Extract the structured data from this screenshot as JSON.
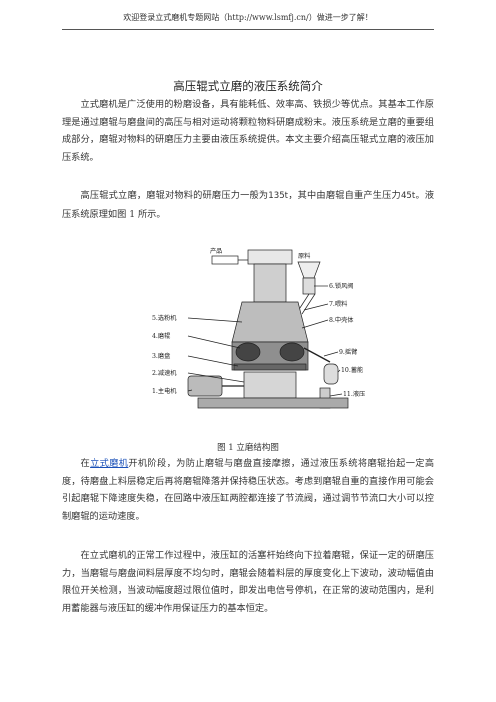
{
  "header": {
    "text": "欢迎登录立式磨机专题网站（http://www.lsmfj.cn/）做进一步了解！"
  },
  "title": "高压辊式立磨的液压系统简介",
  "paragraphs": {
    "p1": "立式磨机是广泛使用的粉磨设备，具有能耗低、效率高、铁损少等优点。其基本工作原理是通过磨辊与磨盘间的高压与相对运动将颗粒物料研磨成粉末。液压系统是立磨的重要组成部分，磨辊对物料的研磨压力主要由液压系统提供。本文主要介绍高压辊式立磨的液压加压系统。",
    "p2_a": "高压辊式立磨，磨辊对物料的研磨压力一般为",
    "p2_b": "135t",
    "p2_c": "，其中由磨辊自重产生压力",
    "p2_d": "45t",
    "p2_e": "。液压系统原理如图 1 所示。",
    "p3_link": "立式磨机",
    "p3_a": "在",
    "p3_b": "开机阶段，为防止磨辊与磨盘直接摩擦，通过液压系统将磨辊抬起一定高度，待磨盘上料层稳定后再将磨辊降落并保持稳压状态。考虑到磨辊自重的直接作用可能会引起磨辊下降速度失稳，在回路中液压缸两腔都连接了节流阀，通过调节节流口大小可以控制磨辊的运动速度。",
    "p4": "在立式磨机的正常工作过程中，液压缸的活塞杆始终向下拉着磨辊，保证一定的研磨压力，当磨辊与磨盘间料层厚度不均匀时，磨辊会随着料层的厚度变化上下波动，波动幅值由限位开关检测，当波动幅度超过限位值时，即发出电信号停机，在正常的波动范围内，是利用蓄能器与液压缸的缓冲作用保证压力的基本恒定。"
  },
  "figure": {
    "caption": "图 1  立磨结构图",
    "labels": {
      "product": "产品",
      "raw": "原料",
      "l6": "6.锁风阀",
      "l7": "7.喂料",
      "l8": "8.中壳体",
      "l5": "5.选粉机",
      "l4": "4.磨辊",
      "l3": "3.磨盘",
      "l2": "2.减速机",
      "l1": "1.主电机",
      "l9": "9.摇臂",
      "l10": "10.蓄能",
      "l11": "11.液压"
    }
  }
}
